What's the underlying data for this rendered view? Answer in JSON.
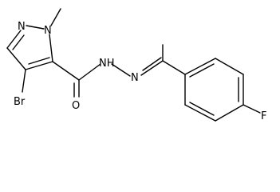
{
  "molecule": {
    "atoms": {
      "n_ring_left": "N",
      "n_ring_methyl": "N",
      "bromo": "Br",
      "oxygen": "O",
      "nh": "NH",
      "n_imine": "N",
      "fluoro": "F"
    },
    "colors": {
      "bond": "#000000",
      "label": "#000000",
      "background": "#ffffff"
    }
  }
}
